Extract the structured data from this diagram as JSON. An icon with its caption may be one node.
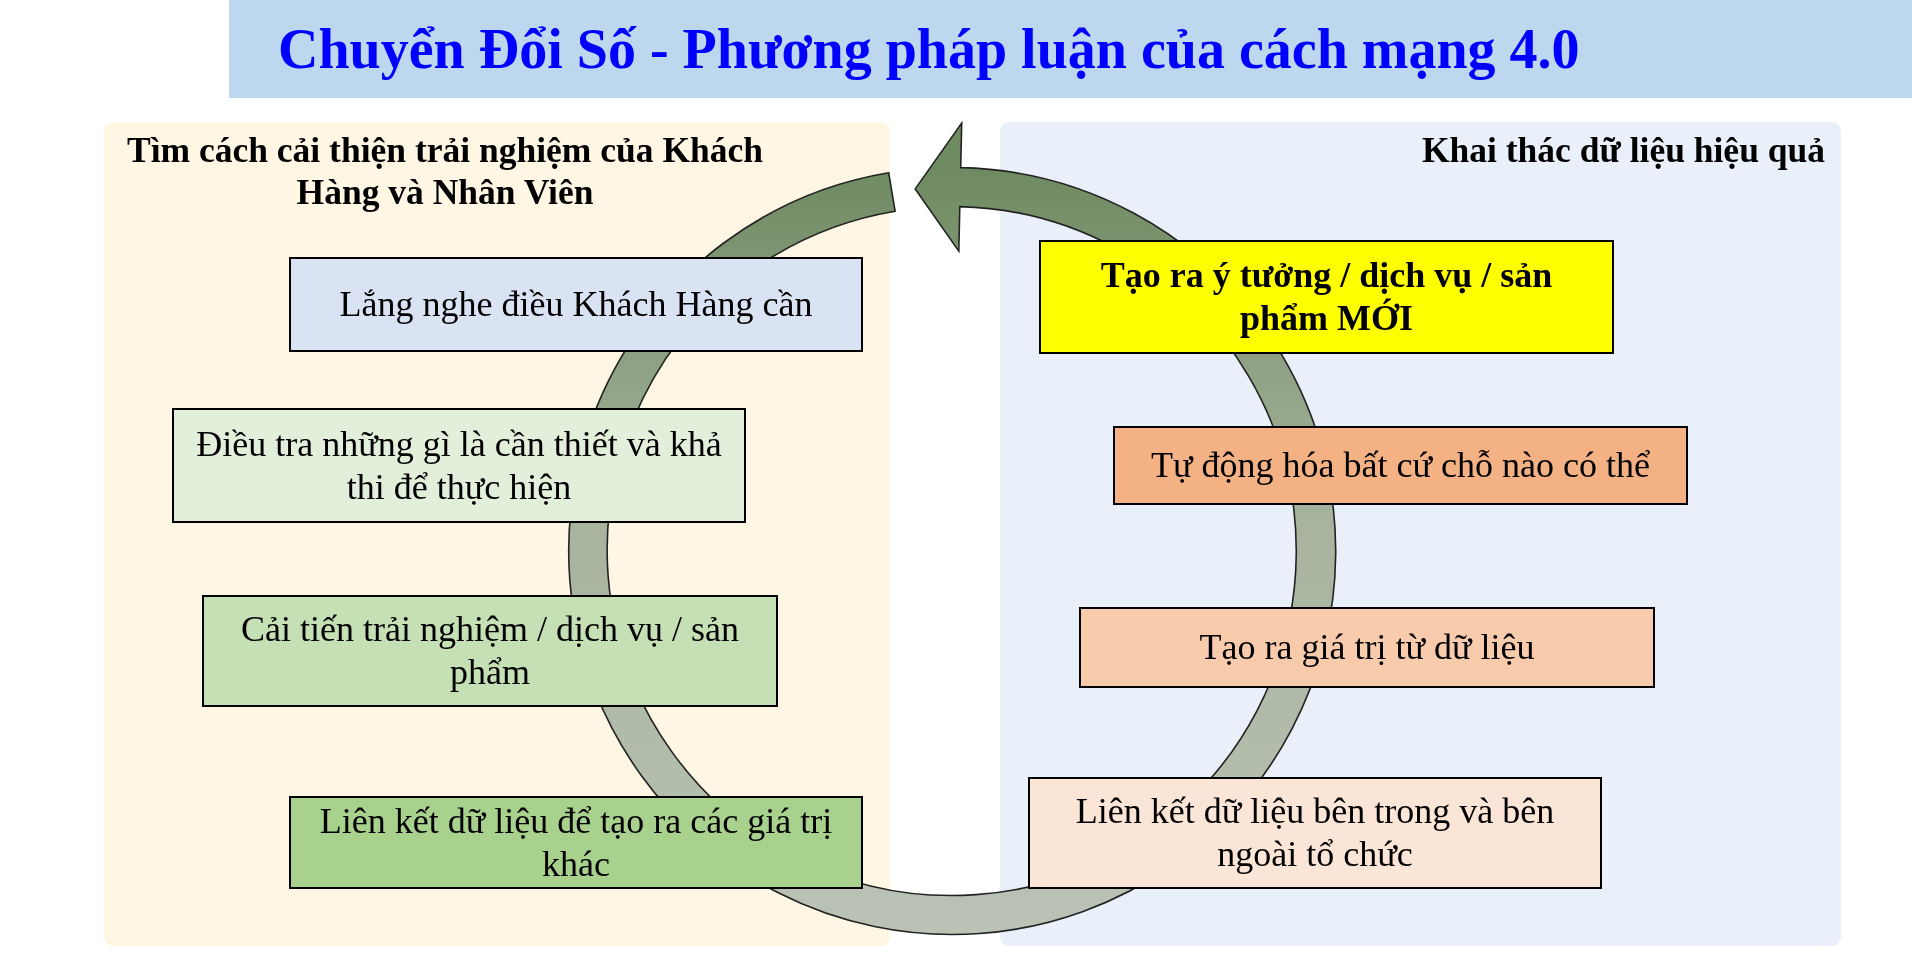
{
  "diagram": {
    "title": "Chuyển Đổi Số - Phương pháp luận của cách mạng 4.0",
    "nodes": [
      {
        "text": [
          "Tìm cách cải thiện trải nghiệm của Khách Hàng và Nhân Viên"
        ]
      },
      {
        "text": [
          "Lắng nghe điều Khách Hàng cần"
        ],
        "in": 0
      },
      {
        "text": [
          "Điều tra những gì là cần thiết và khả thi để thực hiện"
        ],
        "in": 0
      },
      {
        "text": [
          "Cải tiến trải nghiệm / dịch vụ / sản phẩm"
        ],
        "in": 0
      },
      {
        "text": [
          "Liên kết dữ liệu để tạo ra các giá trị khác"
        ],
        "in": 0
      },
      {
        "text": [
          "Khai thác dữ liệu hiệu quả"
        ]
      },
      {
        "text": [
          "Tạo ra ý tưởng / dịch vụ / sản phẩm MỚI"
        ],
        "in": 5
      },
      {
        "text": [
          "Tự động hóa bất cứ chỗ nào có thể"
        ],
        "in": 5
      },
      {
        "text": [
          "Tạo ra giá trị từ dữ liệu"
        ],
        "in": 5
      },
      {
        "text": [
          "Liên kết dữ liệu bên trong và bên ngoài tổ chức"
        ],
        "in": 5
      }
    ]
  }
}
